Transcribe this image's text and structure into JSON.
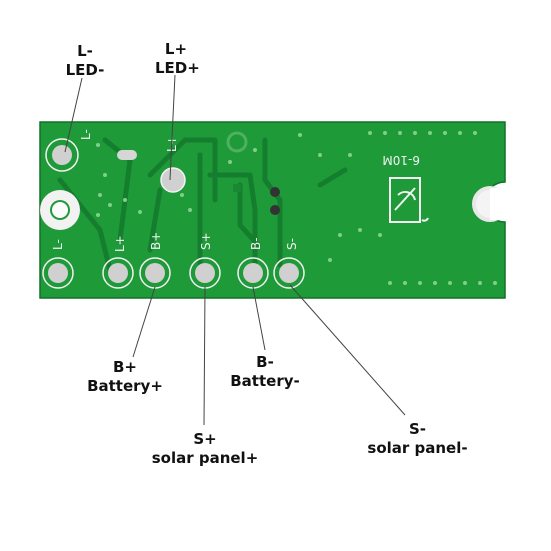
{
  "labels": {
    "l_minus": {
      "code": "L-",
      "name": "LED-"
    },
    "l_plus": {
      "code": "L+",
      "name": "LED+"
    },
    "b_plus": {
      "code": "B+",
      "name": "Battery+"
    },
    "b_minus": {
      "code": "B-",
      "name": "Battery-"
    },
    "s_plus": {
      "code": "S+",
      "name": "solar panel+"
    },
    "s_minus": {
      "code": "S-",
      "name": "solar panel-"
    }
  },
  "silkscreen": {
    "model": "6-10M",
    "pad_l_minus_top": "L-",
    "pad_l_plus": "L+",
    "pad_l_minus_bottom": "L-",
    "pad_l_plus_bottom": "L+",
    "pad_b_plus": "B+",
    "pad_s_plus": "S+",
    "pad_b_minus": "B-",
    "pad_s_minus": "S-"
  },
  "colors": {
    "pcb": "#1f9a3a",
    "pcb_dark": "#157a2c",
    "pad": "#c8c8c8",
    "silk": "#f2f2f2"
  }
}
